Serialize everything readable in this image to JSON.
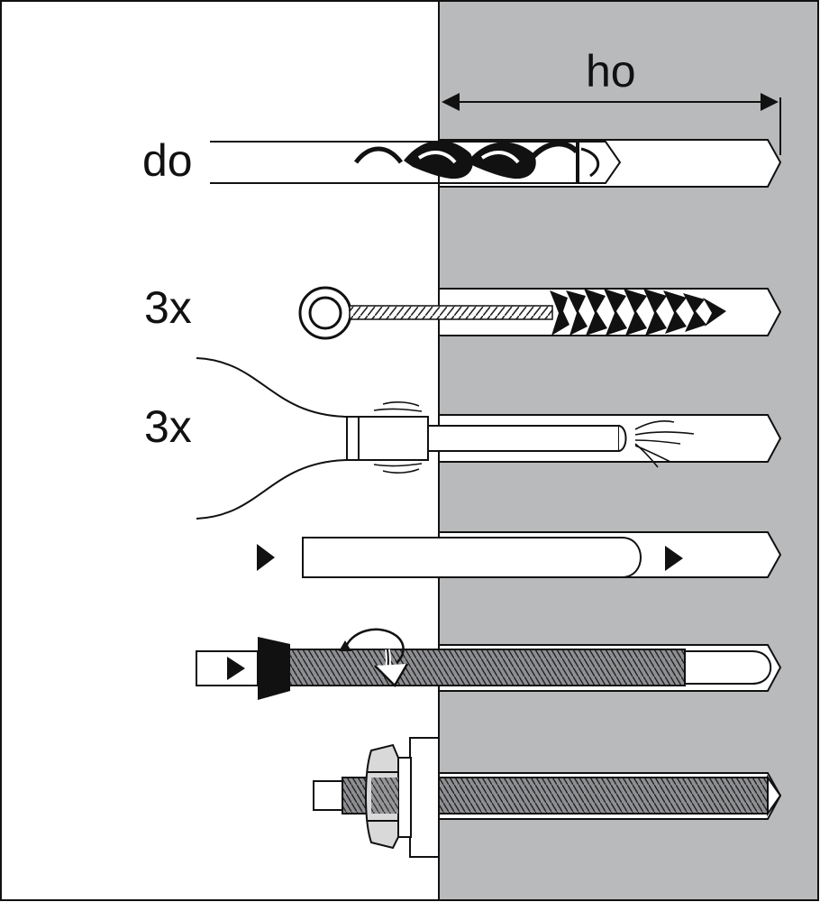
{
  "labels": {
    "depth": "ho",
    "diameter": "do",
    "brush_count": "3x",
    "blow_count": "3x"
  },
  "colors": {
    "concrete": "#b9babc",
    "ink": "#111111",
    "paper": "#ffffff"
  },
  "steps": [
    {
      "name": "drill-hole",
      "tool": "drill-bit-icon"
    },
    {
      "name": "brush-hole",
      "tool": "wire-brush-icon"
    },
    {
      "name": "blow-out-hole",
      "tool": "air-blower-icon"
    },
    {
      "name": "inject-mortar",
      "tool": "mortar-nozzle-icon"
    },
    {
      "name": "insert-rod",
      "tool": "threaded-rod-icon"
    },
    {
      "name": "tighten-nut",
      "tool": "nut-washer-icon"
    }
  ]
}
